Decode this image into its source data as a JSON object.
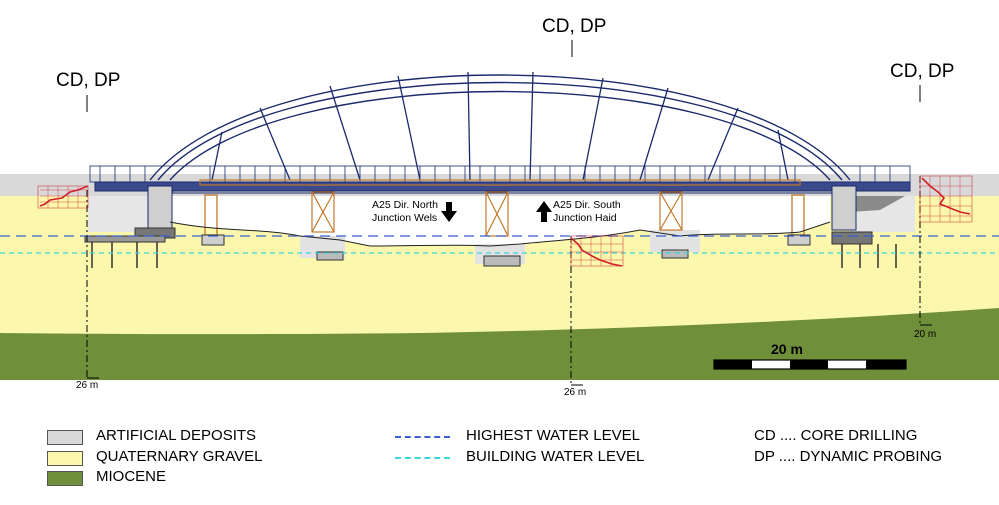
{
  "borehole_labels": {
    "left": "CD, DP",
    "center": "CD, DP",
    "right": "CD, DP"
  },
  "depth_labels": {
    "left": "26 m",
    "center": "26 m",
    "right": "20 m"
  },
  "direction_labels": {
    "north": "A25 Dir. North\nJunction Wels",
    "south": "A25 Dir. South\nJunction Haid"
  },
  "scale_bar": {
    "label": "20 m"
  },
  "legend": {
    "layers": [
      {
        "label": "ARTIFICIAL DEPOSITS",
        "color": "#d9d9d9"
      },
      {
        "label": "QUATERNARY GRAVEL",
        "color": "#fbf7ac"
      },
      {
        "label": "MIOCENE",
        "color": "#6f8f3a"
      }
    ],
    "water_levels": [
      {
        "label": "HIGHEST WATER LEVEL",
        "color": "#3a5fd0",
        "dash": "long"
      },
      {
        "label": "BUILDING WATER LEVEL",
        "color": "#39d6e0",
        "dash": "short"
      }
    ],
    "abbreviations": [
      {
        "label": "CD .... CORE DRILLING"
      },
      {
        "label": "DP .... DYNAMIC PROBING"
      }
    ]
  },
  "colors": {
    "artificial": "#d9d9d9",
    "gravel": "#fbf7ac",
    "miocene": "#6f8f3a",
    "structure": "#1a2a6c",
    "probe": "#d0202a",
    "timber": "#c0782a"
  }
}
